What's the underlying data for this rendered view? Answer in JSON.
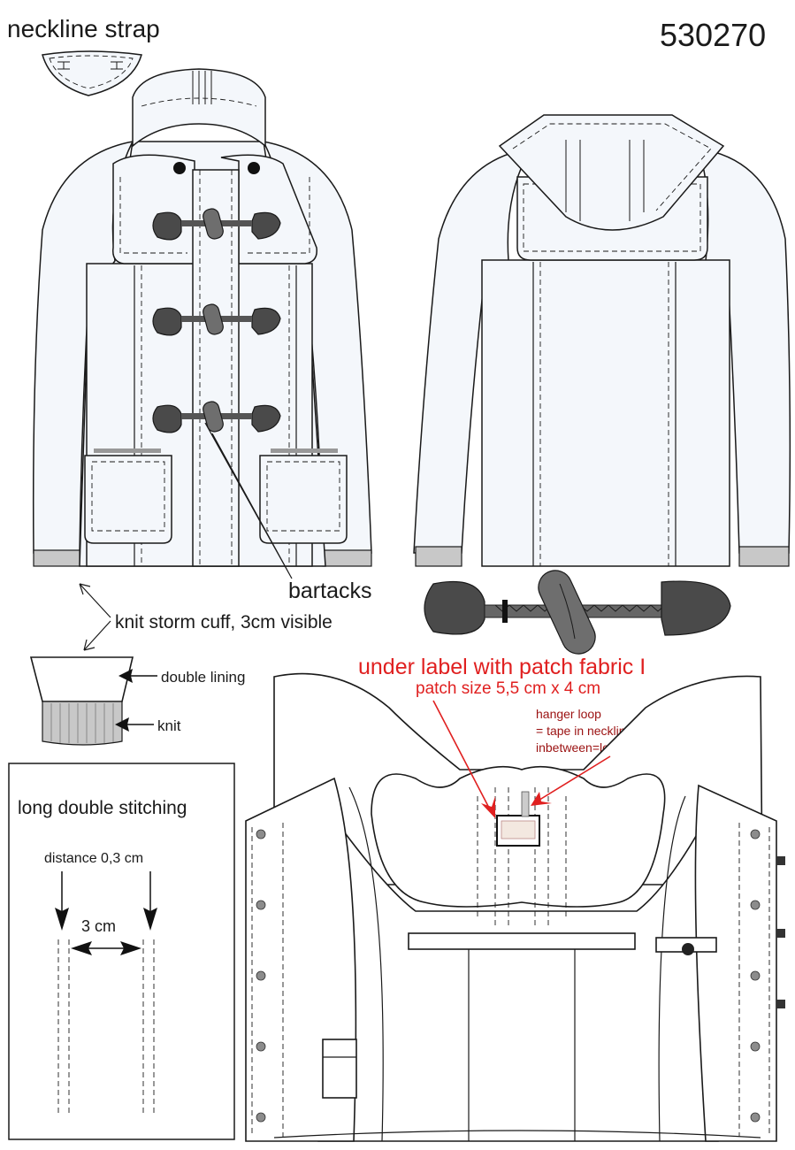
{
  "header": {
    "style_number": "530270"
  },
  "labels": {
    "neckline_strap": "neckline strap",
    "bartacks": "bartacks",
    "knit_cuff": "knit storm cuff, 3cm visible",
    "double_lining": "double lining",
    "knit": "knit",
    "under_label_title": "under label with patch fabric I",
    "patch_size": "patch size 5,5 cm x 4 cm",
    "hanger_loop_1": "hanger loop",
    "hanger_loop_2": "= tape in neckline + under patch,",
    "hanger_loop_3": "inbetween=loose"
  },
  "stitch_box": {
    "title": "long double stitching",
    "distance": "distance 0,3 cm",
    "width": "3 cm"
  },
  "colors": {
    "annotation_red": "#e02020",
    "annotation_dark_red": "#9b1111",
    "toggle_grey": "#4a4a4a",
    "knit_grey": "#c8c8c8",
    "garment_fill": "#f4f7fb"
  }
}
